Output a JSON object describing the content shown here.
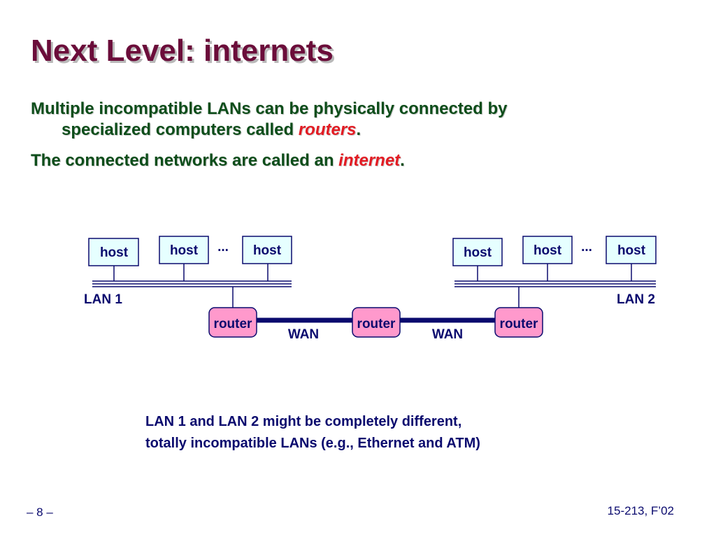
{
  "slide": {
    "title": "Next Level: internets",
    "bullets": [
      {
        "line1": "Multiple incompatible LANs can be physically connected by",
        "line2_prefix": "specialized computers called ",
        "emphasis": "routers",
        "suffix": "."
      },
      {
        "prefix": "The connected networks are called an ",
        "emphasis": "internet",
        "suffix": "."
      }
    ],
    "note": {
      "line1": "LAN 1 and LAN 2 might be completely different,",
      "line2": "totally incompatible LANs (e.g., Ethernet and ATM)"
    },
    "footer": {
      "page": "– 8 –",
      "course": "15-213, F’02"
    }
  },
  "diagram": {
    "host_label": "host",
    "ellipsis": "...",
    "router_label": "router",
    "lans": [
      {
        "label": "LAN 1"
      },
      {
        "label": "LAN 2"
      }
    ],
    "wan_labels": [
      "WAN",
      "WAN"
    ],
    "colors": {
      "host_fill": "#e6ffff",
      "router_fill": "#ff99cc",
      "link": "#0a0a6e"
    }
  }
}
